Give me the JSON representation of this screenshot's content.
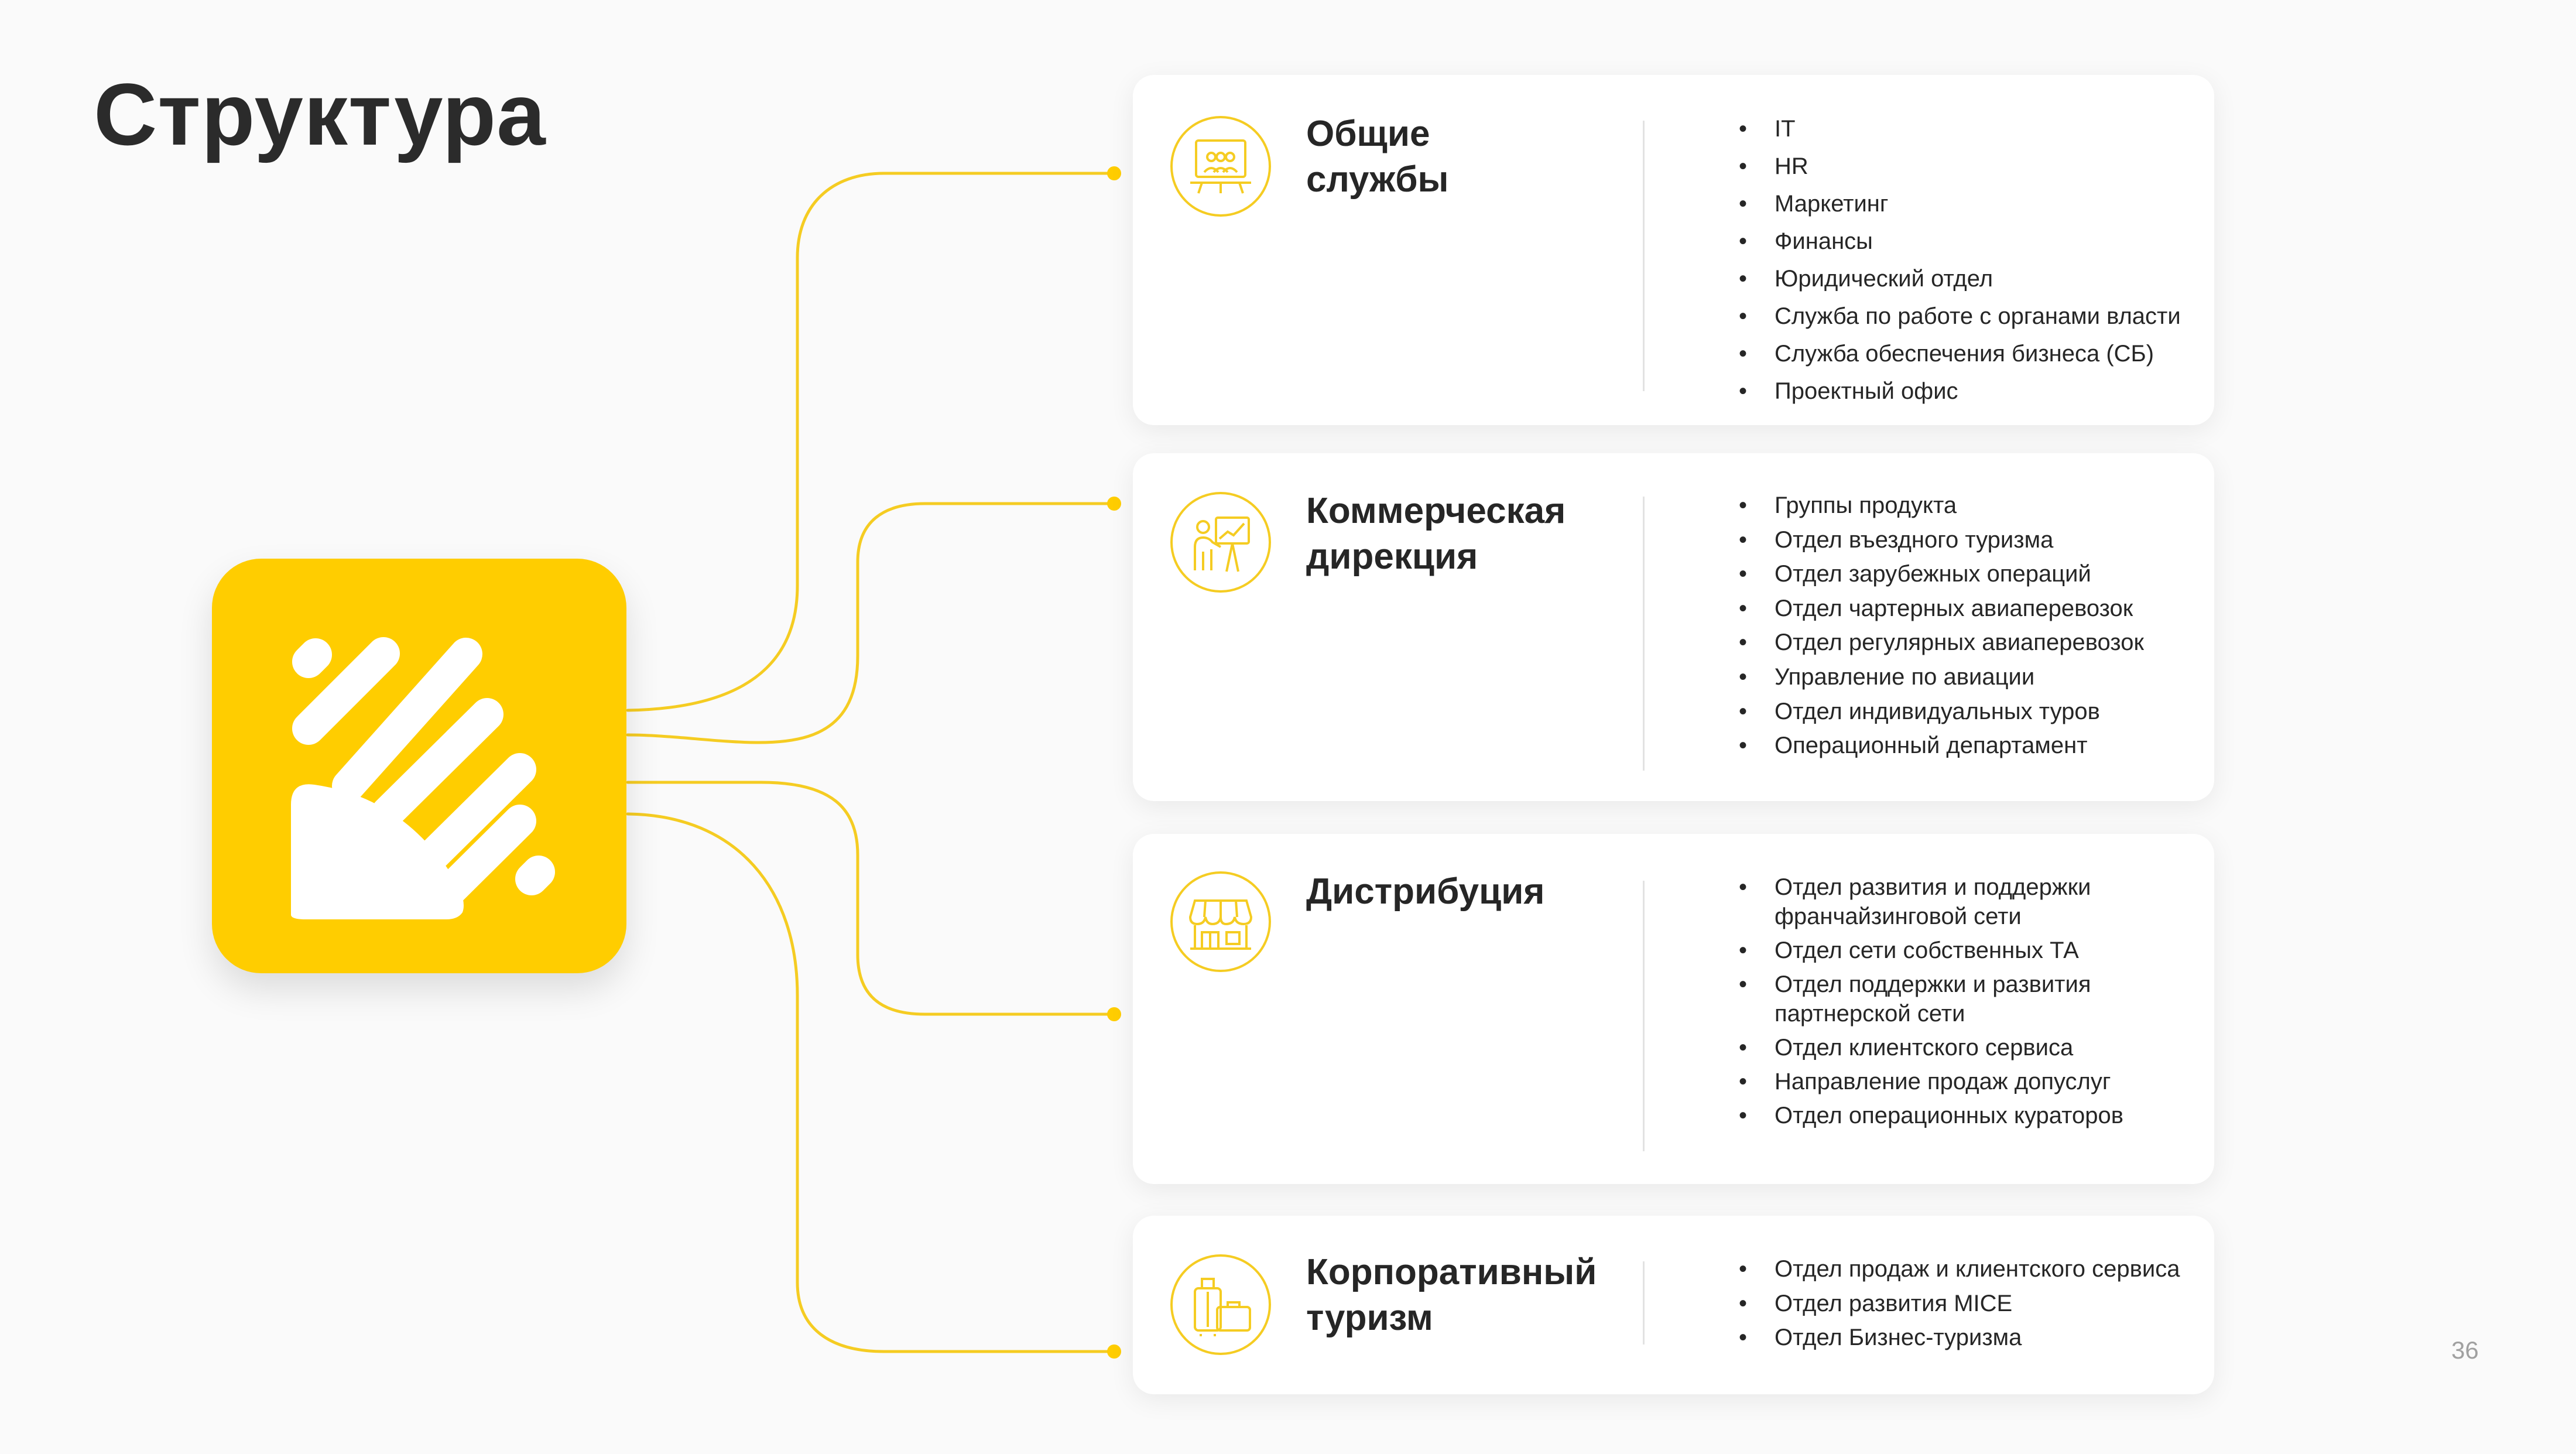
{
  "title": "Структура",
  "page_number": "36",
  "colors": {
    "accent": "#ffcd00",
    "connector": "#f5cc22",
    "title": "#2b2b2b",
    "text": "#262626",
    "card_bg": "#ffffff",
    "page_bg": "#fafafa",
    "page_number": "#a0a0a0"
  },
  "logo": {
    "icon": "sunrise-stripes-logo"
  },
  "cards": [
    {
      "icon": "meeting-board-icon",
      "title_lines": [
        "Общие",
        "службы"
      ],
      "items": [
        "IT",
        "HR",
        "Маркетинг",
        "Финансы",
        "Юридический отдел",
        "Служба по работе с органами власти",
        "Служба обеспечения бизнеса (СБ)",
        "Проектный офис"
      ]
    },
    {
      "icon": "presenter-chart-icon",
      "title_lines": [
        "Коммерческая",
        "дирекция"
      ],
      "items": [
        "Группы продукта",
        "Отдел въездного туризма",
        "Отдел зарубежных операций",
        "Отдел чартерных авиаперевозок",
        "Отдел регулярных авиаперевозок",
        "Управление по авиации",
        "Отдел индивидуальных туров",
        "Операционный департамент"
      ]
    },
    {
      "icon": "storefront-icon",
      "title_lines": [
        "Дистрибуция"
      ],
      "items": [
        [
          "Отдел развития и поддержки",
          "франчайзинговой сети"
        ],
        "Отдел сети собственных ТА",
        [
          "Отдел поддержки и развития",
          "партнерской сети"
        ],
        "Отдел клиентского сервиса",
        "Направление продаж допуслуг",
        "Отдел операционных кураторов"
      ]
    },
    {
      "icon": "luggage-icon",
      "title_lines": [
        "Корпоративный",
        "туризм"
      ],
      "items": [
        "Отдел продаж и клиентского сервиса",
        "Отдел развития MICE",
        "Отдел Бизнес-туризма"
      ]
    }
  ]
}
